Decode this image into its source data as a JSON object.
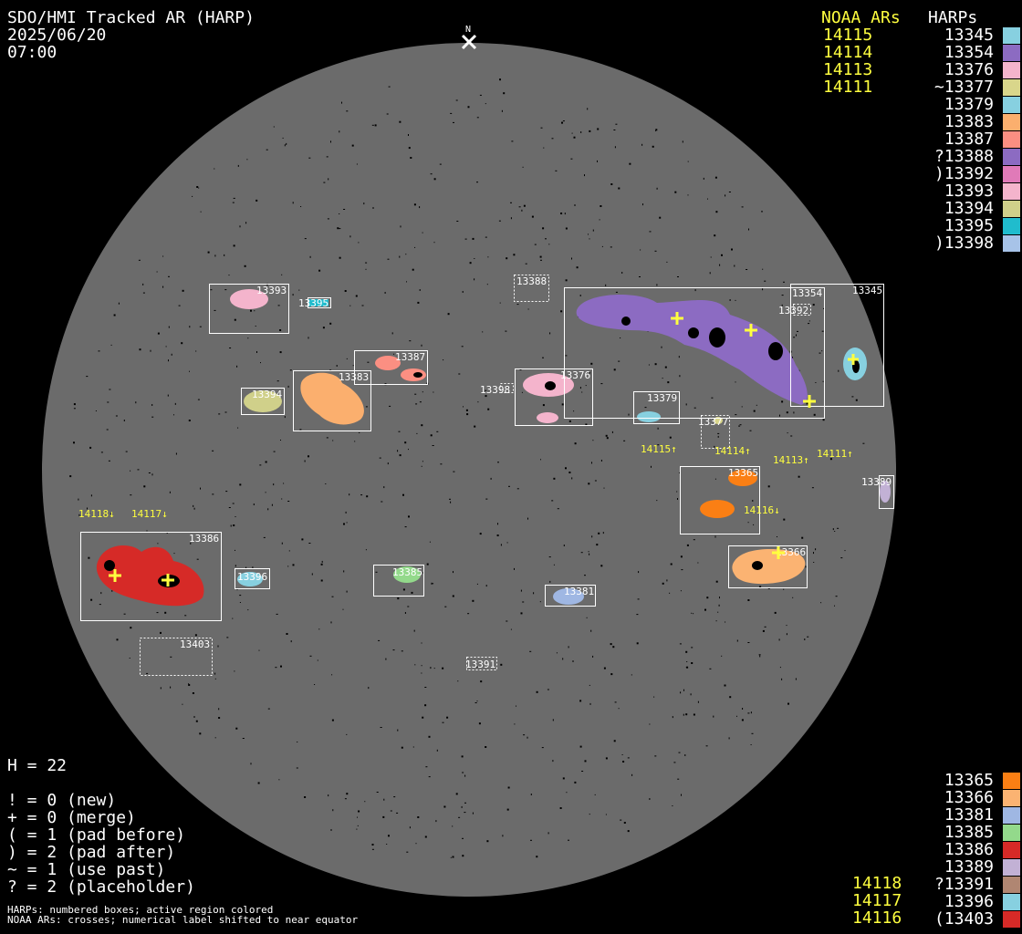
{
  "header": {
    "title": "SDO/HMI Tracked AR (HARP)",
    "date": "2025/06/20",
    "time": "07:00"
  },
  "north_label": "N",
  "top_list": {
    "noaa_header": "NOAA ARs",
    "harp_header": "HARPs",
    "noaa_ars": [
      "14115",
      "14114",
      "14113",
      "14111"
    ],
    "harps": [
      {
        "label": "13345",
        "color": "#87d0e0"
      },
      {
        "label": "13354",
        "color": "#8c6bc2"
      },
      {
        "label": "13376",
        "color": "#f4b4cc"
      },
      {
        "label": "~13377",
        "color": "#d9d68b"
      },
      {
        "label": "13379",
        "color": "#87d0e0"
      },
      {
        "label": "13383",
        "color": "#fbaf6e"
      },
      {
        "label": "13387",
        "color": "#fb8f82"
      },
      {
        "label": "?13388",
        "color": "#8c6bc2"
      },
      {
        "label": ")13392",
        "color": "#e07ab8"
      },
      {
        "label": "13393",
        "color": "#f4b4cc"
      },
      {
        "label": "13394",
        "color": "#d0d08a"
      },
      {
        "label": "13395",
        "color": "#20bccd"
      },
      {
        "label": ")13398",
        "color": "#a7c3e8"
      }
    ]
  },
  "bottom_list": {
    "noaa_ars": [
      "14118",
      "14117",
      "14116"
    ],
    "harps": [
      {
        "label": "13365",
        "color": "#fa7f14"
      },
      {
        "label": "13366",
        "color": "#fbb372"
      },
      {
        "label": "13381",
        "color": "#9fb7e3"
      },
      {
        "label": "13385",
        "color": "#93d98b"
      },
      {
        "label": "13386",
        "color": "#d62a27"
      },
      {
        "label": "13389",
        "color": "#c2b1d5"
      },
      {
        "label": "?13391",
        "color": "#b08672"
      },
      {
        "label": "13396",
        "color": "#87d0e0"
      },
      {
        "label": "(13403",
        "color": "#d62a27"
      }
    ]
  },
  "stats": {
    "h_count": "H = 22",
    "lines": [
      "! = 0 (new)",
      "+ = 0 (merge)",
      "( = 1 (pad before)",
      ") = 2 (pad after)",
      "~ = 1 (use past)",
      "? = 2 (placeholder)"
    ]
  },
  "footnote": {
    "line1": "HARPs: numbered boxes; active region colored",
    "line2": "NOAA ARs: crosses; numerical label shifted to near equator"
  },
  "colors": {
    "disk": "#6b6b6b",
    "noaa_label": "#ffff3f",
    "box": "#ffffff"
  },
  "disk_harp_labels": [
    "13393",
    "13395",
    "13388",
    "13354",
    "13345",
    "13392",
    "13387",
    "13383",
    "13376",
    "13398",
    "13394",
    "13379",
    "13377",
    "13365",
    "13389",
    "13386",
    "13396",
    "13385",
    "13381",
    "13366",
    "13403",
    "13391"
  ],
  "disk_noaa_labels": [
    "14115↑",
    "14114↑",
    "14113↑",
    "14111↑",
    "14116↓",
    "14118↓",
    "14117↓"
  ]
}
